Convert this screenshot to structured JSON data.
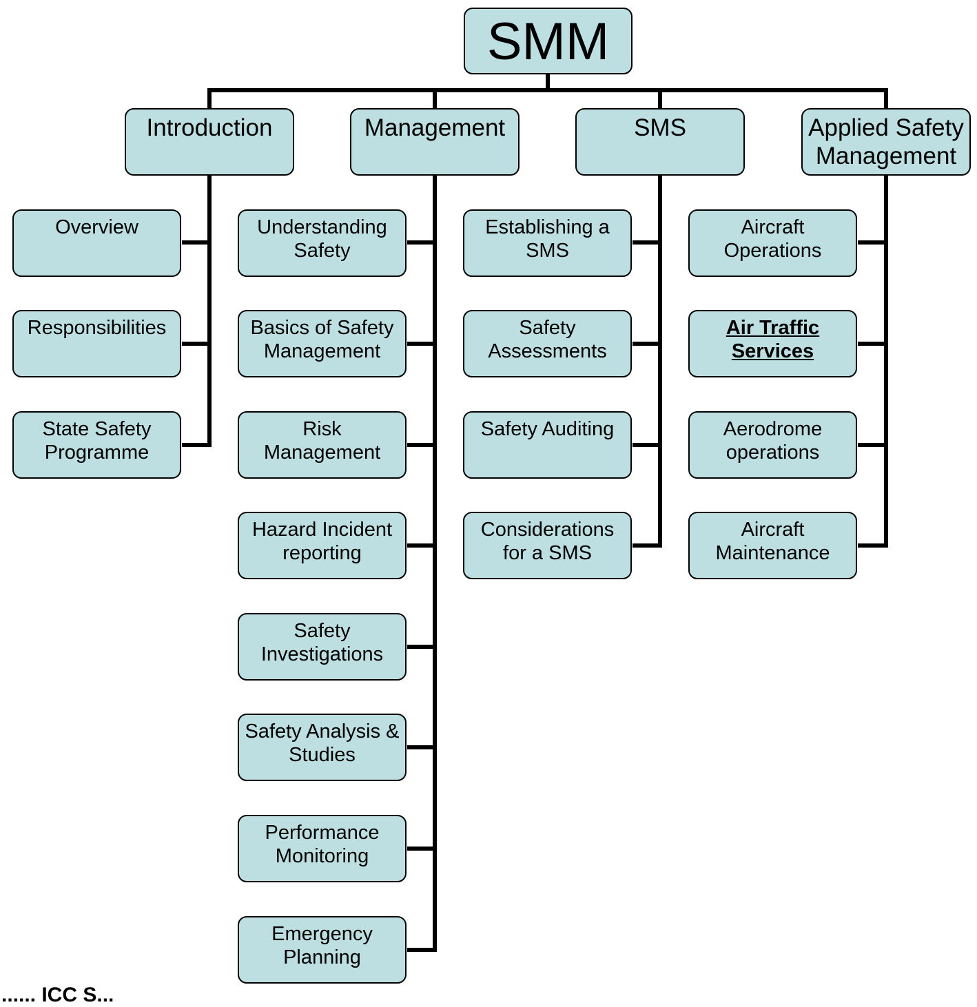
{
  "diagram": {
    "root": {
      "label": "SMM"
    },
    "columns": [
      {
        "label": "Introduction",
        "children": [
          "Overview",
          "Responsibilities",
          "State Safety\nProgramme"
        ]
      },
      {
        "label": "Management",
        "children": [
          "Understanding\nSafety",
          "Basics of Safety\nManagement",
          "Risk\nManagement",
          "Hazard Incident\nreporting",
          "Safety\nInvestigations",
          "Safety Analysis &\nStudies",
          "Performance\nMonitoring",
          "Emergency\nPlanning"
        ]
      },
      {
        "label": "SMS",
        "children": [
          "Establishing a\nSMS",
          "Safety\nAssessments",
          "Safety Auditing",
          "Considerations\nfor a SMS"
        ]
      },
      {
        "label": "Applied Safety\nManagement",
        "children": [
          "Aircraft\nOperations",
          "Air Traffic\nServices",
          "Aerodrome\noperations",
          "Aircraft\nMaintenance"
        ]
      }
    ],
    "highlighted_item": "Air Traffic\nServices",
    "footnote": "...... ICC S...",
    "colors": {
      "box_fill": "#bddfe2",
      "box_border": "#000000",
      "connector": "#000000"
    }
  }
}
